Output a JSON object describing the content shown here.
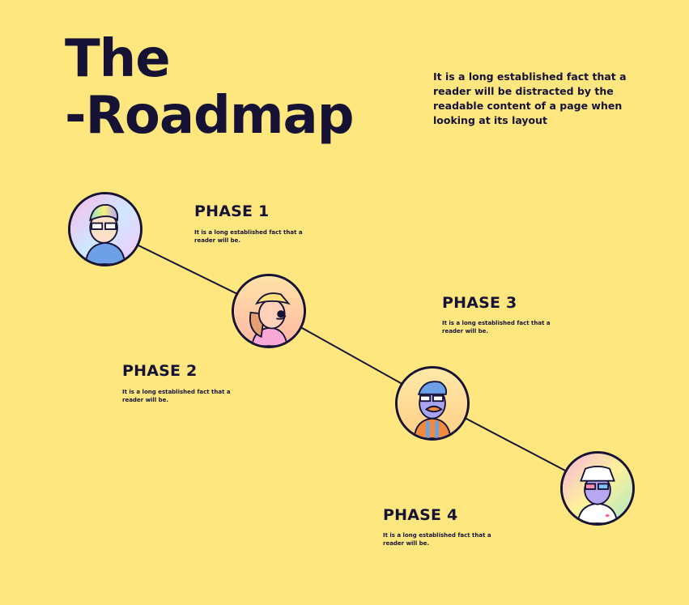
{
  "header": {
    "title_line1": "The",
    "title_line2": "-Roadmap",
    "intro": "It is a long established fact that a reader will be distracted by the readable content of a page when looking at its layout"
  },
  "phases": [
    {
      "title": "PHASE 1",
      "text": "It is a long established fact that a reader will be."
    },
    {
      "title": "PHASE 2",
      "text": "It is a long established fact that a reader will be."
    },
    {
      "title": "PHASE 3",
      "text": "It is a long established fact that a reader will be."
    },
    {
      "title": "PHASE 4",
      "text": "It is a long established fact that a reader will be."
    }
  ],
  "colors": {
    "background": "#ffe780",
    "ink": "#151235"
  }
}
